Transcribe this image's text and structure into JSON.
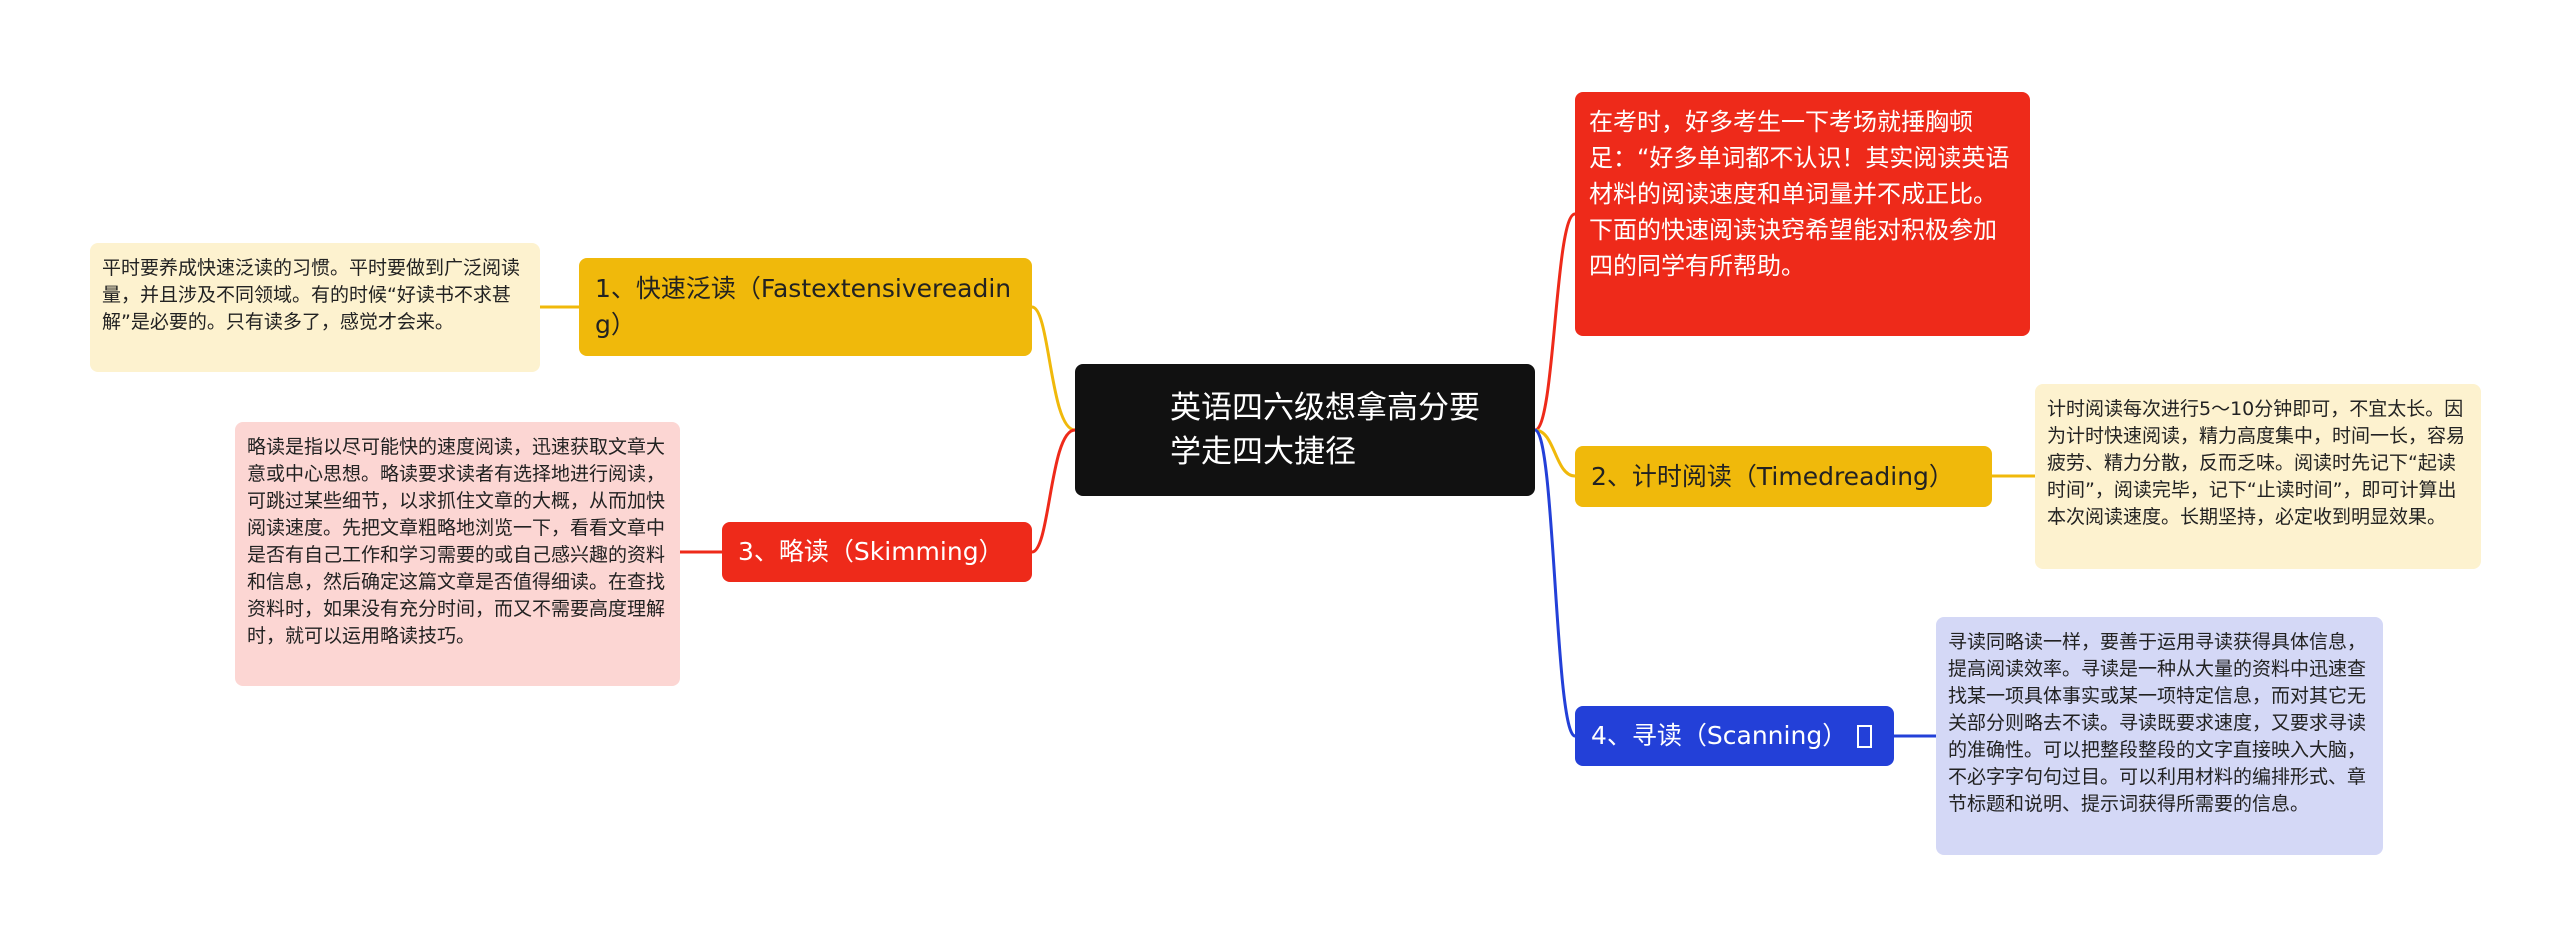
{
  "colors": {
    "center": "#111111",
    "red": "#ee2a1a",
    "yellow": "#f0b90b",
    "blue": "#2340d8",
    "note_yellow": "#fdf2cf",
    "note_red": "#fcd6d3",
    "note_blue": "#d4d8f6"
  },
  "center": {
    "title": "英语四六级想拿高分要学走四大捷径"
  },
  "intro": {
    "text": "在考时，好多考生一下考场就捶胸顿足：“好多单词都不认识！其实阅读英语材料的阅读速度和单词量并不成正比。下面的快速阅读诀窍希望能对积极参加四的同学有所帮助。"
  },
  "branches": [
    {
      "label": "1、快速泛读（Fastextensivereading）",
      "note": "平时要养成快速泛读的习惯。平时要做到广泛阅读量，并且涉及不同领域。有的时候“好读书不求甚解”是必要的。只有读多了，感觉才会来。"
    },
    {
      "label": "2、计时阅读（Timedreading）",
      "note": "计时阅读每次进行5～10分钟即可，不宜太长。因为计时快速阅读，精力高度集中，时间一长，容易疲劳、精力分散，反而乏味。阅读时先记下“起读时间”，阅读完毕，记下“止读时间”，即可计算出本次阅读速度。长期坚持，必定收到明显效果。"
    },
    {
      "label": "3、略读（Skimming）",
      "note": "略读是指以尽可能快的速度阅读，迅速获取文章大意或中心思想。略读要求读者有选择地进行阅读，可跳过某些细节，以求抓住文章的大概，从而加快阅读速度。先把文章粗略地浏览一下，看看文章中是否有自己工作和学习需要的或自己感兴趣的资料和信息，然后确定这篇文章是否值得细读。在查找资料时，如果没有充分时间，而又不需要高度理解时，就可以运用略读技巧。"
    },
    {
      "label": "4、寻读（Scanning）",
      "note": "寻读同略读一样，要善于运用寻读获得具体信息，提高阅读效率。寻读是一种从大量的资料中迅速查找某一项具体事实或某一项特定信息，而对其它无关部分则略去不读。寻读既要求速度，又要求寻读的准确性。可以把整段整段的文字直接映入大脑，不必字字句句过目。可以利用材料的编排形式、章节标题和说明、提示词获得所需要的信息。"
    }
  ]
}
